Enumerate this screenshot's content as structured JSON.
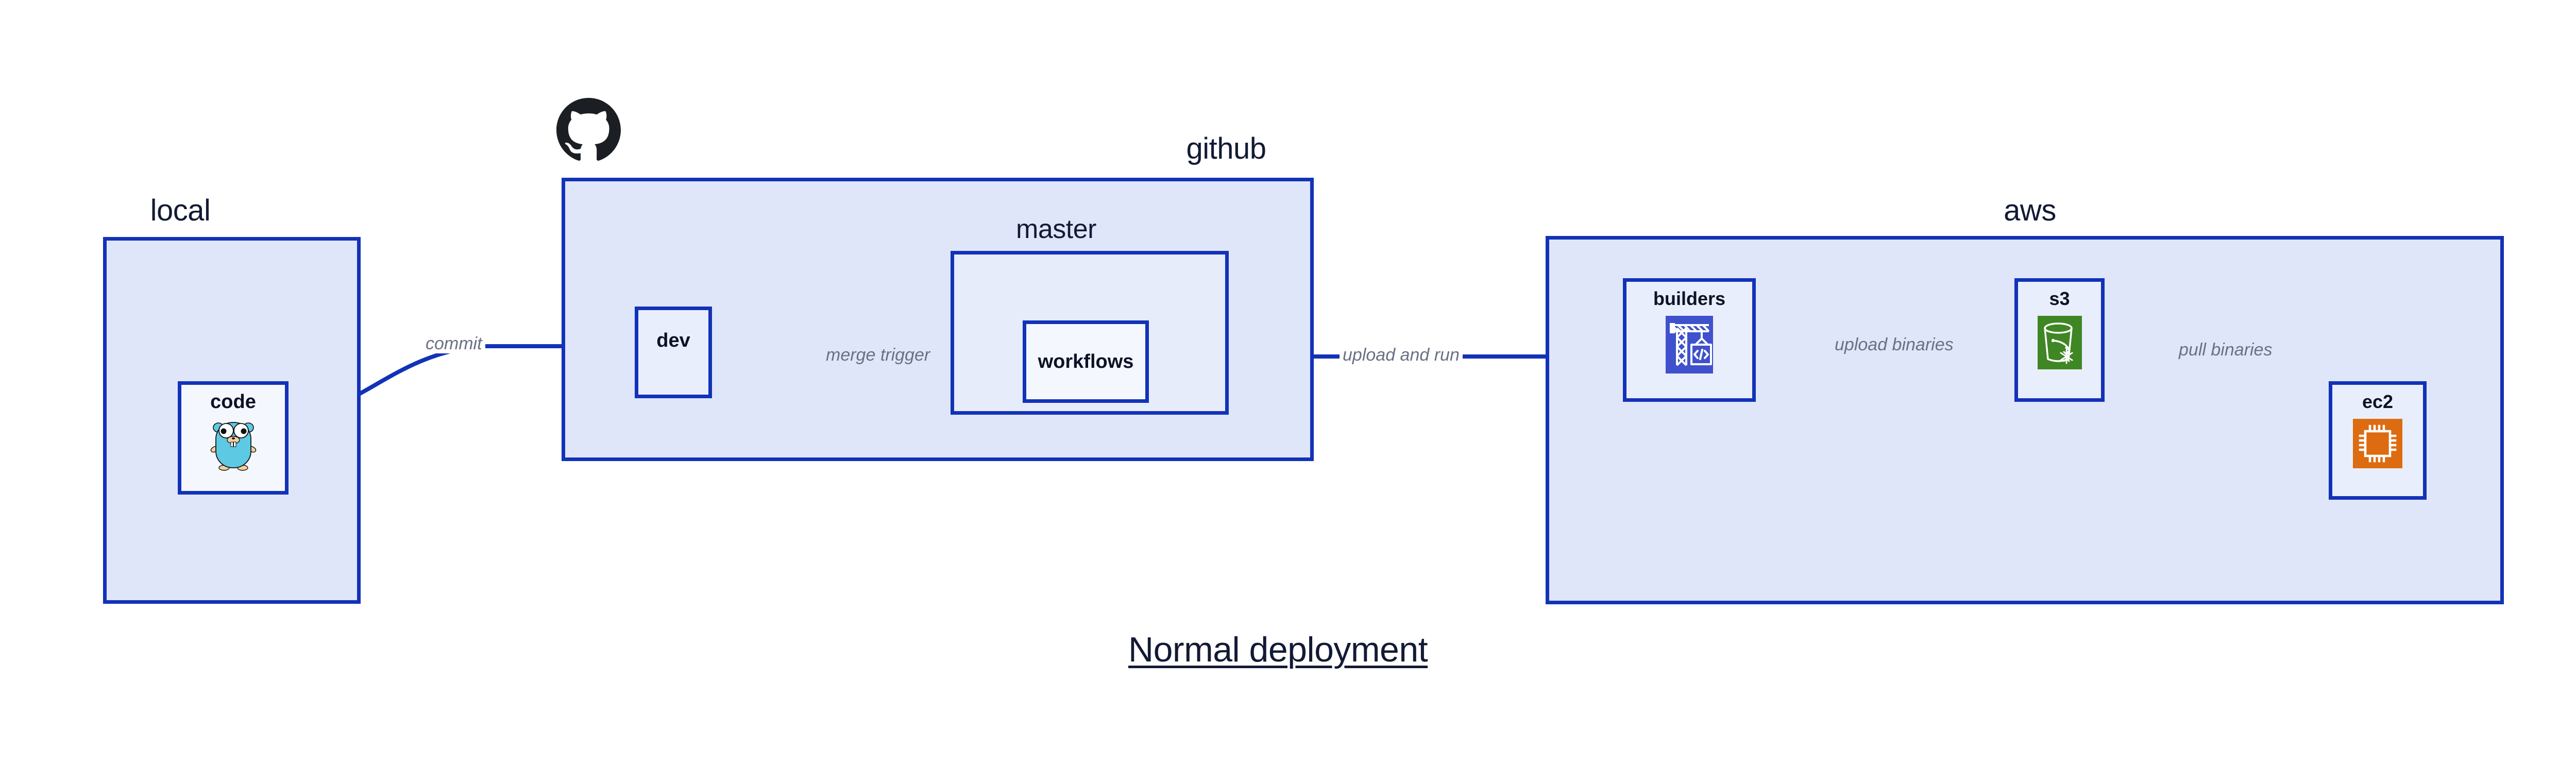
{
  "diagram": {
    "title": "Normal deployment"
  },
  "groups": {
    "local": {
      "label": "local"
    },
    "github": {
      "label": "github"
    },
    "master": {
      "label": "master"
    },
    "aws": {
      "label": "aws"
    }
  },
  "nodes": {
    "code": {
      "label": "code",
      "icon": "go-gopher-icon"
    },
    "dev": {
      "label": "dev",
      "icon": "none"
    },
    "workflows": {
      "label": "workflows",
      "icon": "none"
    },
    "builders": {
      "label": "builders",
      "icon": "aws-codebuild-icon"
    },
    "s3": {
      "label": "s3",
      "icon": "aws-s3-glacier-bucket-icon"
    },
    "ec2": {
      "label": "ec2",
      "icon": "aws-ec2-chip-icon"
    }
  },
  "edges": [
    {
      "id": "commit",
      "label": "commit",
      "from": "code",
      "to": "dev"
    },
    {
      "id": "merge-trigger",
      "label": "merge trigger",
      "from": "dev",
      "to": "workflows"
    },
    {
      "id": "upload-and-run",
      "label": "upload and run",
      "from": "workflows",
      "to": "builders"
    },
    {
      "id": "upload-binaries",
      "label": "upload binaries",
      "from": "builders",
      "to": "s3"
    },
    {
      "id": "pull-binaries",
      "label": "pull binaries",
      "from": "s3",
      "to": "ec2"
    }
  ],
  "icons": {
    "github_logo": "github-octocat-icon"
  },
  "colors": {
    "edge_blue": "#1232b8",
    "group_fill": "#e0e6fa",
    "subgroup_fill": "#e7ecfb",
    "node_fill": "#e9eefc",
    "node_fill_light": "#f4f7fe",
    "label_navy": "#121a35",
    "edge_label_gray": "#6a7184",
    "codebuild_blue": "#3f51cc",
    "s3_green": "#3f8624",
    "ec2_orange": "#dd6b10",
    "gopher_cyan": "#5dc9e2",
    "github_black": "#1b1f23"
  }
}
